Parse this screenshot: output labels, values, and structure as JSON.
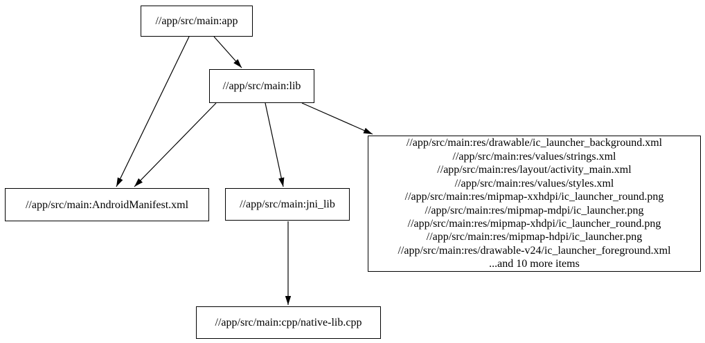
{
  "diagram": {
    "type": "dependency-graph",
    "description": "Build target dependency graph",
    "colors": {
      "background": "#ffffff",
      "node_border": "#000000",
      "node_fill": "#ffffff",
      "edge": "#000000",
      "text": "#000000"
    },
    "nodes": {
      "app": {
        "label": "//app/src/main:app"
      },
      "lib": {
        "label": "//app/src/main:lib"
      },
      "manifest": {
        "label": "//app/src/main:AndroidManifest.xml"
      },
      "jni_lib": {
        "label": "//app/src/main:jni_lib"
      },
      "res": {
        "lines": [
          "//app/src/main:res/drawable/ic_launcher_background.xml",
          "//app/src/main:res/values/strings.xml",
          "//app/src/main:res/layout/activity_main.xml",
          "//app/src/main:res/values/styles.xml",
          "//app/src/main:res/mipmap-xxhdpi/ic_launcher_round.png",
          "//app/src/main:res/mipmap-mdpi/ic_launcher.png",
          "//app/src/main:res/mipmap-xhdpi/ic_launcher_round.png",
          "//app/src/main:res/mipmap-hdpi/ic_launcher.png",
          "//app/src/main:res/drawable-v24/ic_launcher_foreground.xml",
          "...and 10 more items"
        ]
      },
      "native_cpp": {
        "label": "//app/src/main:cpp/native-lib.cpp"
      }
    },
    "edges": [
      {
        "from": "//app/src/main:app",
        "to": "//app/src/main:lib"
      },
      {
        "from": "//app/src/main:app",
        "to": "//app/src/main:AndroidManifest.xml"
      },
      {
        "from": "//app/src/main:lib",
        "to": "//app/src/main:AndroidManifest.xml"
      },
      {
        "from": "//app/src/main:lib",
        "to": "//app/src/main:jni_lib"
      },
      {
        "from": "//app/src/main:lib",
        "to": "res-group"
      },
      {
        "from": "//app/src/main:jni_lib",
        "to": "//app/src/main:cpp/native-lib.cpp"
      }
    ]
  }
}
